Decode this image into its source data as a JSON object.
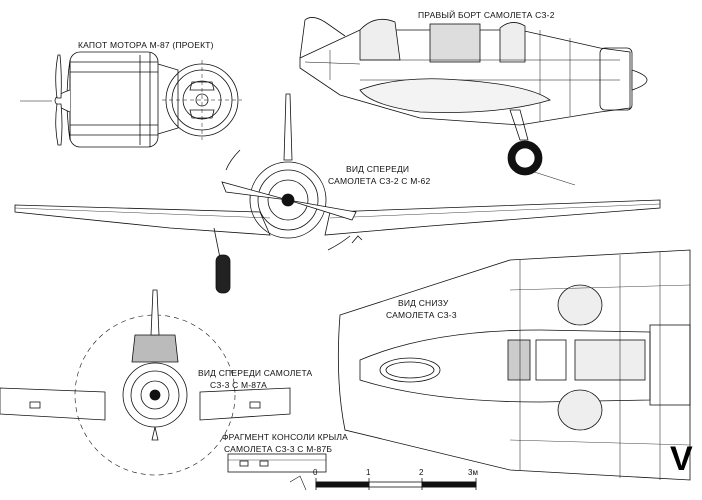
{
  "labels": {
    "engine_cowl": "КАПОТ МОТОРА М-87 (ПРОЕКТ)",
    "right_side": "ПРАВЫЙ БОРТ САМОЛЕТА СЗ-2",
    "front_view_1_line1": "ВИД СПЕРЕДИ",
    "front_view_1_line2": "САМОЛЕТА СЗ-2 С  М-62",
    "bottom_view_line1": "ВИД СНИЗУ",
    "bottom_view_line2": "САМОЛЕТА СЗ-3",
    "front_view_2_line1": "ВИД СПЕРЕДИ САМОЛЕТА",
    "front_view_2_line2": "СЗ-3  С  М-87А",
    "wing_fragment_line1": "ФРАГМЕНТ КОНСОЛИ КРЫЛА",
    "wing_fragment_line2": "САМОЛЕТА СЗ-3 С  М-87Б"
  },
  "scale": {
    "ticks": [
      "0",
      "1",
      "2",
      "3м"
    ]
  },
  "page_letter": "V"
}
